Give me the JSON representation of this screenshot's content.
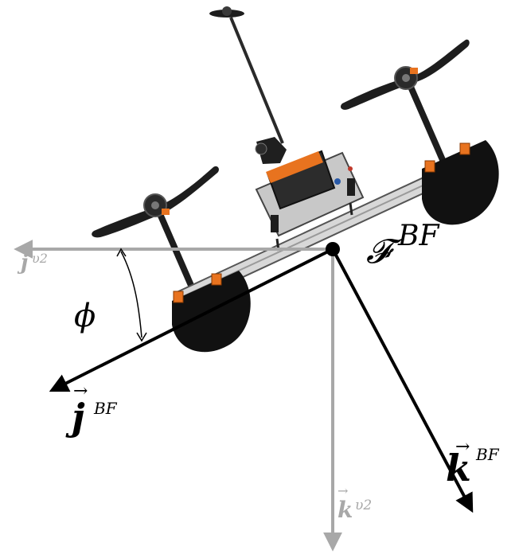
{
  "labels": {
    "frame": "𝓕",
    "frame_sup": "BF",
    "angle": "ϕ",
    "j_v2_base": "j",
    "j_v2_sup": "υ2",
    "k_v2_base": "k",
    "k_v2_sup": "υ2",
    "j_bf_base": "j",
    "j_bf_sup": "BF",
    "k_bf_base": "k",
    "k_bf_sup": "BF"
  },
  "colors": {
    "body_axes": "#000000",
    "vehicle_axes": "#a8a8a8",
    "accent": "#e8731f",
    "dark_gray": "#3a3a3a",
    "background": "#ffffff"
  },
  "icons": {
    "origin": "origin-dot-icon",
    "vector_arrow": "vector-arrow-icon"
  }
}
